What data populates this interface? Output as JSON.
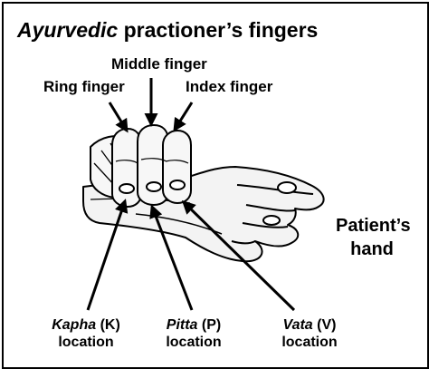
{
  "title": {
    "italic": "Ayurvedic",
    "rest": " practioner’s fingers"
  },
  "fingers": {
    "middle": "Middle finger",
    "ring": "Ring finger",
    "index": "Index finger"
  },
  "patient": {
    "line1": "Patient’s",
    "line2": "hand"
  },
  "locations": [
    {
      "name": "Kapha",
      "abbr": " (K)",
      "word": "location"
    },
    {
      "name": "Pitta",
      "abbr": " (P)",
      "word": "location"
    },
    {
      "name": "Vata",
      "abbr": " (V)",
      "word": "location"
    }
  ],
  "colors": {
    "ink": "#000000",
    "background": "#ffffff"
  }
}
